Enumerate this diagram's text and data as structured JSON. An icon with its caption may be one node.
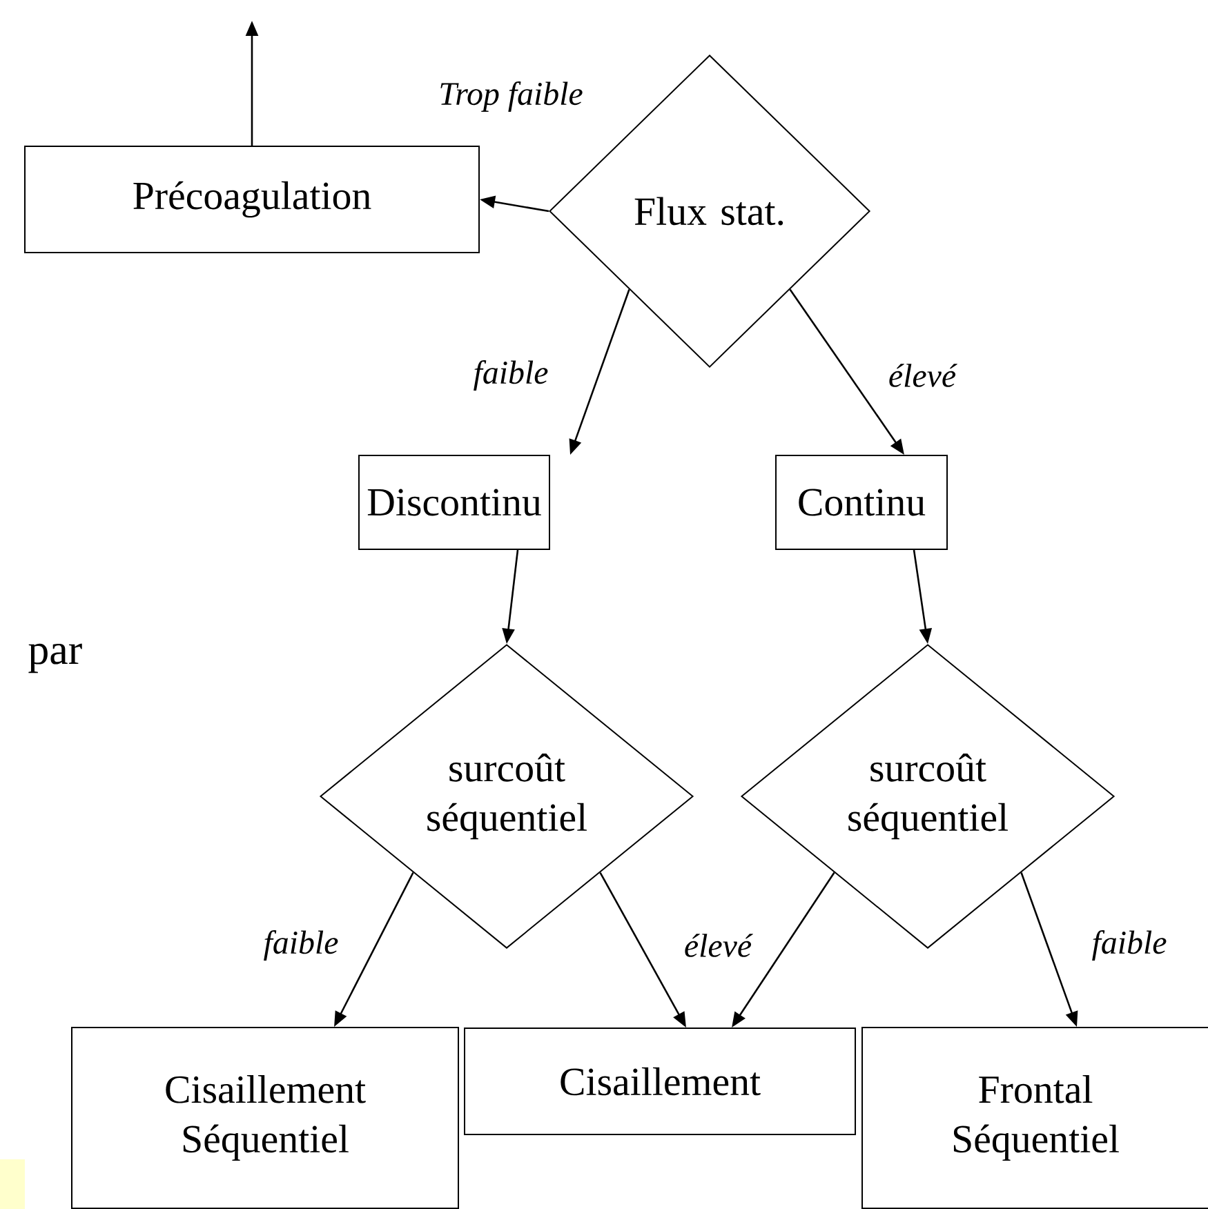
{
  "diagram": {
    "nodes": [
      {
        "text": [
          "Précoagulation"
        ]
      },
      {
        "text": [
          "Flux stat."
        ]
      },
      {
        "text": [
          "Discontinu"
        ]
      },
      {
        "text": [
          "Continu"
        ]
      },
      {
        "text": [
          "surcoût séquentiel"
        ]
      },
      {
        "text": [
          "surcoût séquentiel"
        ]
      },
      {
        "text": [
          "Cisaillement Séquentiel"
        ]
      },
      {
        "text": [
          "Cisaillement"
        ]
      },
      {
        "text": [
          "Frontal Séquentiel"
        ]
      }
    ],
    "edges": [
      {
        "from": 0,
        "to": null,
        "arrow": "to"
      },
      {
        "from": 1,
        "to": 0,
        "arrow": "to",
        "label": "Trop faible"
      },
      {
        "from": 1,
        "to": 2,
        "arrow": "to",
        "label": "faible"
      },
      {
        "from": 1,
        "to": 3,
        "arrow": "to",
        "label": "élevé"
      },
      {
        "from": 2,
        "to": 4,
        "arrow": "to"
      },
      {
        "from": 3,
        "to": 5,
        "arrow": "to"
      },
      {
        "from": 4,
        "to": 6,
        "arrow": "to",
        "label": "faible"
      },
      {
        "from": 4,
        "to": 7,
        "arrow": "to",
        "label": "élevé"
      },
      {
        "from": 5,
        "to": 7,
        "arrow": "to"
      },
      {
        "from": 5,
        "to": 8,
        "arrow": "to",
        "label": "faible"
      }
    ],
    "labels": [
      "par"
    ]
  }
}
